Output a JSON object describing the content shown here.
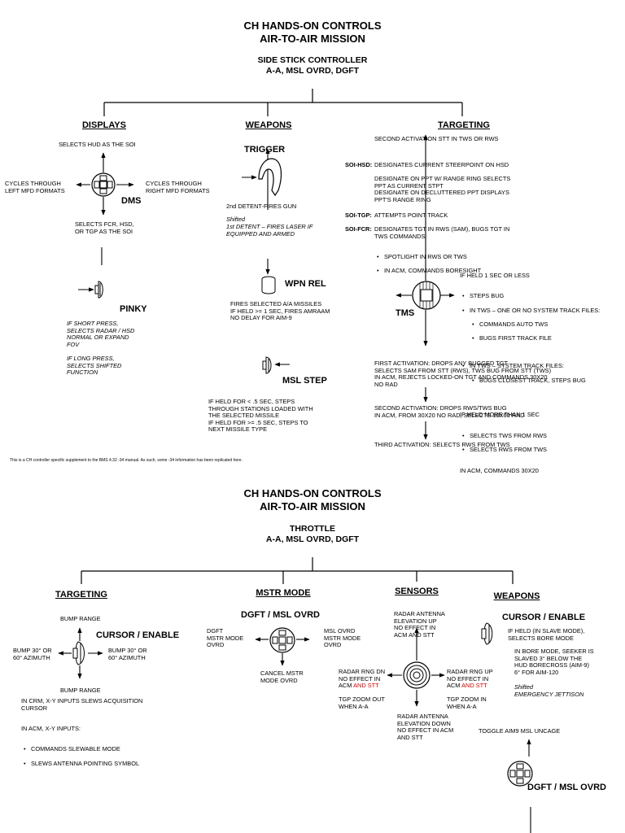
{
  "top": {
    "title_line1": "CH HANDS-ON CONTROLS",
    "title_line2": "AIR-TO-AIR MISSION",
    "sub_line1": "SIDE STICK CONTROLLER",
    "sub_line2": "A-A, MSL OVRD, DGFT",
    "displays": {
      "header": "DISPLAYS",
      "up": "SELECTS HUD AS THE SOI",
      "left": "CYCLES THROUGH\nLEFT MFD FORMATS",
      "right": "CYCLES THROUGH\nRIGHT MFD FORMATS",
      "center_label": "DMS",
      "down": "SELECTS FCR, HSD,\nOR TGP AS THE SOI",
      "pinky_label": "PINKY",
      "pinky_note1": "IF SHORT PRESS,\nSELECTS RADAR / HSD\nNORMAL OR EXPAND\nFOV",
      "pinky_note2": "IF LONG PRESS,\nSELECTS SHIFTED\nFUNCTION"
    },
    "weapons": {
      "header": "WEAPONS",
      "trigger_label": "TRIGGER",
      "detent2": "2nd DETENT-FIRES GUN",
      "shifted": "Shifted",
      "detent1": "1st DETENT – FIRES LASER IF\nEQUIPPED AND ARMED",
      "wpnrel_label": "WPN REL",
      "wpnrel_note": "FIRES SELECTED A/A MISSILES\nIF HELD >= 1 SEC, FIRES AMRAAM\nNO DELAY FOR AIM-9",
      "mslstep_label": "MSL STEP",
      "mslstep_note": "IF HELD FOR < .5 SEC, STEPS\nTHROUGH STATIONS LOADED WITH\nTHE SELECTED MISSILE\nIF HELD FOR >= .5 SEC, STEPS TO\nNEXT MISSILE TYPE"
    },
    "targeting": {
      "header": "TARGETING",
      "second_activation": "SECOND ACTIVATION STT IN TWS OR RWS",
      "soi_hsd_tag": "SOI-HSD:",
      "soi_hsd_1": "DESIGNATES CURRENT STEERPOINT ON HSD",
      "soi_hsd_2": "DESIGNATE ON PPT W/ RANGE RING SELECTS\nPPT AS CURRENT STPT\nDESIGNATE ON DECLUTTERED PPT DISPLAYS\nPPT'S RANGE RING",
      "soi_tgp_tag": "SOI-TGP:",
      "soi_tgp": "ATTEMPTS POINT TRACK",
      "soi_fcr_tag": "SOI-FCR:",
      "soi_fcr": "DESIGNATES TGT IN RWS (SAM), BUGS TGT IN\nTWS COMMANDS:",
      "soi_fcr_b1": "SPOTLIGHT IN RWS OR TWS",
      "soi_fcr_b2": "IN ACM, COMMANDS BORESIGHT",
      "tms_label": "TMS",
      "held1": "IF HELD 1 SEC OR LESS",
      "held1_b1": "STEPS BUG",
      "held1_b2": "IN TWS – ONE OR NO SYSTEM TRACK FILES:",
      "held1_b2a": "COMMANDS AUTO TWS",
      "held1_b2b": "BUGS FIRST TRACK FILE",
      "held1_b3": "IN TWS – SYSTEM TRACK FILES:",
      "held1_b3a": "BUGS CLOSEST TRACK, STEPS BUG",
      "held2": "IF HELD MORE THAN 1 SEC",
      "held2_b1": "SELECTS TWS FROM RWS",
      "held2_b2": "SELECTS RWS FROM TWS",
      "held2_acm": "IN ACM, COMMANDS 30X20",
      "first_act": "FIRST ACTIVATION: DROPS ANY BUGGED TGT\nSELECTS SAM FROM STT (RWS), TWS BUG FROM STT (TWS)\nIN ACM, REJECTS LOCKED-ON TGT AND COMMANDS 30X20\nNO RAD",
      "second_act": "SECOND ACTIVATION: DROPS RWS/TWS BUG\nIN ACM, FROM 30X20 NO RAD, SELECTS 10X60 RAD",
      "third_act": "THIRD ACTIVATION: SELECTS RWS FROM TWS"
    },
    "footnote": "This is a CH controller specific supplement to the BMS 4.32 -34 manual.  As such, some -34 information has been replicated here."
  },
  "bottom": {
    "title_line1": "CH HANDS-ON CONTROLS",
    "title_line2": "AIR-TO-AIR MISSION",
    "sub_line1": "THROTTLE",
    "sub_line2": "A-A, MSL OVRD, DGFT",
    "targeting": {
      "header": "TARGETING",
      "up": "BUMP RANGE",
      "label": "CURSOR / ENABLE",
      "left": "BUMP 30° OR\n60° AZIMUTH",
      "right": "BUMP 30° OR\n60° AZIMUTH",
      "down": "BUMP RANGE",
      "crm": "IN CRM, X-Y INPUTS SLEWS ACQUISITION\nCURSOR",
      "acm": "IN ACM, X-Y INPUTS:",
      "acm_b1": "COMMANDS SLEWABLE MODE",
      "acm_b2": "SLEWS ANTENNA POINTING SYMBOL"
    },
    "mstr": {
      "header": "MSTR MODE",
      "label": "DGFT / MSL OVRD",
      "left": "DGFT\nMSTR MODE\nOVRD",
      "right": "MSL OVRD\nMSTR MODE\nOVRD",
      "down": "CANCEL MSTR\nMODE OVRD"
    },
    "sensors": {
      "header": "SENSORS",
      "up": "RADAR ANTENNA\nELEVATION UP\nNO EFFECT IN\nACM AND STT",
      "left_a": "RADAR RNG DN\nNO EFFECT IN\nACM ",
      "left_and": "AND STT",
      "right_a": "RADAR RNG UP\nNO EFFECT IN\nACM ",
      "right_and": "AND STT",
      "left_zoom": "TGP ZOOM OUT\nWHEN A-A",
      "right_zoom": "TGP ZOOM IN\nWHEN A-A",
      "down": "RADAR ANTENNA\nELEVATION DOWN\nNO EFFECT IN ACM\nAND STT"
    },
    "weapons": {
      "header": "WEAPONS",
      "label": "CURSOR / ENABLE",
      "note1": "IF HELD (IN SLAVE MODE),\nSELECTS BORE MODE",
      "note2": "IN BORE MODE, SEEKER IS\nSLAVED 3° BELOW THE\nHUD BORECROSS (AIM-9)\n6° FOR AIM-120",
      "shifted": "Shifted",
      "jettison": "EMERGENCY JETTISON",
      "toggle": "TOGGLE AIM9 MSL UNCAGE",
      "dgft_label": "DGFT / MSL OVRD"
    }
  }
}
